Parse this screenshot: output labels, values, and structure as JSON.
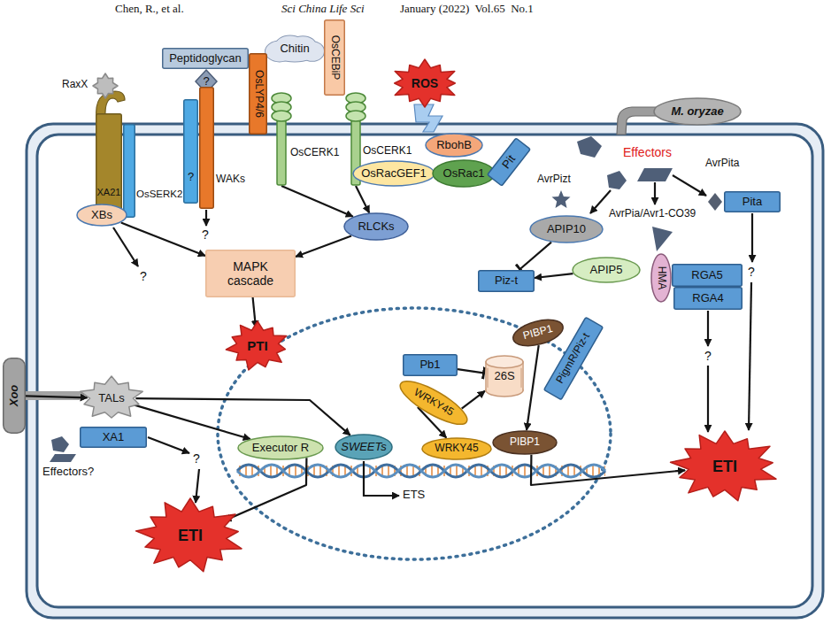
{
  "diagram": {
    "nodes": [
      {
        "text": [
          "RaxX"
        ]
      },
      {
        "text": [
          "XA21"
        ]
      },
      {
        "text": [
          "OsSERK2"
        ]
      },
      {
        "text": [
          "XBs"
        ]
      },
      {
        "text": [
          "Peptidoglycan"
        ]
      },
      {
        "text": [
          "Chitin"
        ]
      },
      {
        "text": [
          "?"
        ]
      },
      {
        "text": [
          "?"
        ]
      },
      {
        "text": [
          "WAKs"
        ]
      },
      {
        "text": [
          "OsLYP4/6"
        ]
      },
      {
        "text": [
          "OsCEBiP"
        ]
      },
      {
        "text": [
          "OsCERK1"
        ]
      },
      {
        "text": [
          "OsCERK1"
        ]
      },
      {
        "text": [
          "ROS"
        ]
      },
      {
        "text": [
          "RbohB"
        ]
      },
      {
        "text": [
          "OsRacGEF1"
        ]
      },
      {
        "text": [
          "OsRac1"
        ]
      },
      {
        "text": [
          "Pit"
        ]
      },
      {
        "text": [
          "M. oryzae"
        ]
      },
      {
        "text": [
          "Pita"
        ]
      },
      {
        "text": [
          "APIP10"
        ]
      },
      {
        "text": [
          "HMA"
        ]
      },
      {
        "text": [
          "RGA5"
        ]
      },
      {
        "text": [
          "RGA4"
        ]
      },
      {
        "text": [
          "APIP5"
        ]
      },
      {
        "text": [
          "Piz-t"
        ]
      },
      {
        "text": [
          "RLCKs"
        ]
      },
      {
        "text": [
          "MAPK cascade"
        ]
      },
      {
        "text": [
          "PTI"
        ]
      },
      {
        "text": [
          "PIBP1"
        ]
      },
      {
        "text": [
          "PigmR/Piz-t"
        ]
      },
      {
        "text": [
          "Pb1"
        ]
      },
      {
        "text": [
          "26S"
        ]
      },
      {
        "text": [
          "WRKY45"
        ]
      },
      {
        "text": [
          "Xoo"
        ]
      },
      {
        "text": [
          "TALs"
        ]
      },
      {
        "text": [
          "XA1"
        ]
      },
      {
        "text": [
          "Executor R"
        ]
      },
      {
        "text": [
          "SWEETs"
        ]
      },
      {
        "text": [
          "WRKY45"
        ]
      },
      {
        "text": [
          "PIBP1"
        ]
      },
      {
        "text": [
          "ETI"
        ]
      },
      {
        "text": [
          "ETI"
        ]
      }
    ],
    "edges": [
      {
        "from": 3,
        "to": 27,
        "arrow": "to"
      },
      {
        "from": 11,
        "to": 26,
        "arrow": "to"
      },
      {
        "from": 12,
        "to": 26,
        "arrow": "to"
      },
      {
        "from": 26,
        "to": 27,
        "arrow": "to"
      },
      {
        "from": 27,
        "to": 28,
        "arrow": "to"
      },
      {
        "from": 20,
        "to": 25,
        "arrow": "to"
      },
      {
        "from": 24,
        "to": 25,
        "arrow": "to"
      },
      {
        "from": 29,
        "to": 40,
        "arrow": "to"
      },
      {
        "from": 33,
        "to": 32,
        "arrow": "to"
      },
      {
        "from": 31,
        "to": 32,
        "arrow": "to"
      },
      {
        "from": 33,
        "to": 39,
        "arrow": "to"
      },
      {
        "from": 34,
        "to": 35,
        "arrow": "to"
      },
      {
        "from": 35,
        "to": 38,
        "arrow": "to"
      },
      {
        "from": 35,
        "to": 37,
        "arrow": "to"
      },
      {
        "from": 37,
        "to": 42,
        "arrow": "to"
      },
      {
        "from": 40,
        "to": 41,
        "arrow": "to"
      }
    ],
    "labels": [
      "Chen, R., et al.",
      "Sci China Life Sci",
      "January (2022)  Vol.65  No.1",
      "?",
      "?",
      "Effectors",
      "AvrPizt",
      "AvrPita",
      "AvrPia/Avr1-CO39",
      "?",
      "?",
      "?",
      "Effectors?",
      "ETS"
    ]
  }
}
